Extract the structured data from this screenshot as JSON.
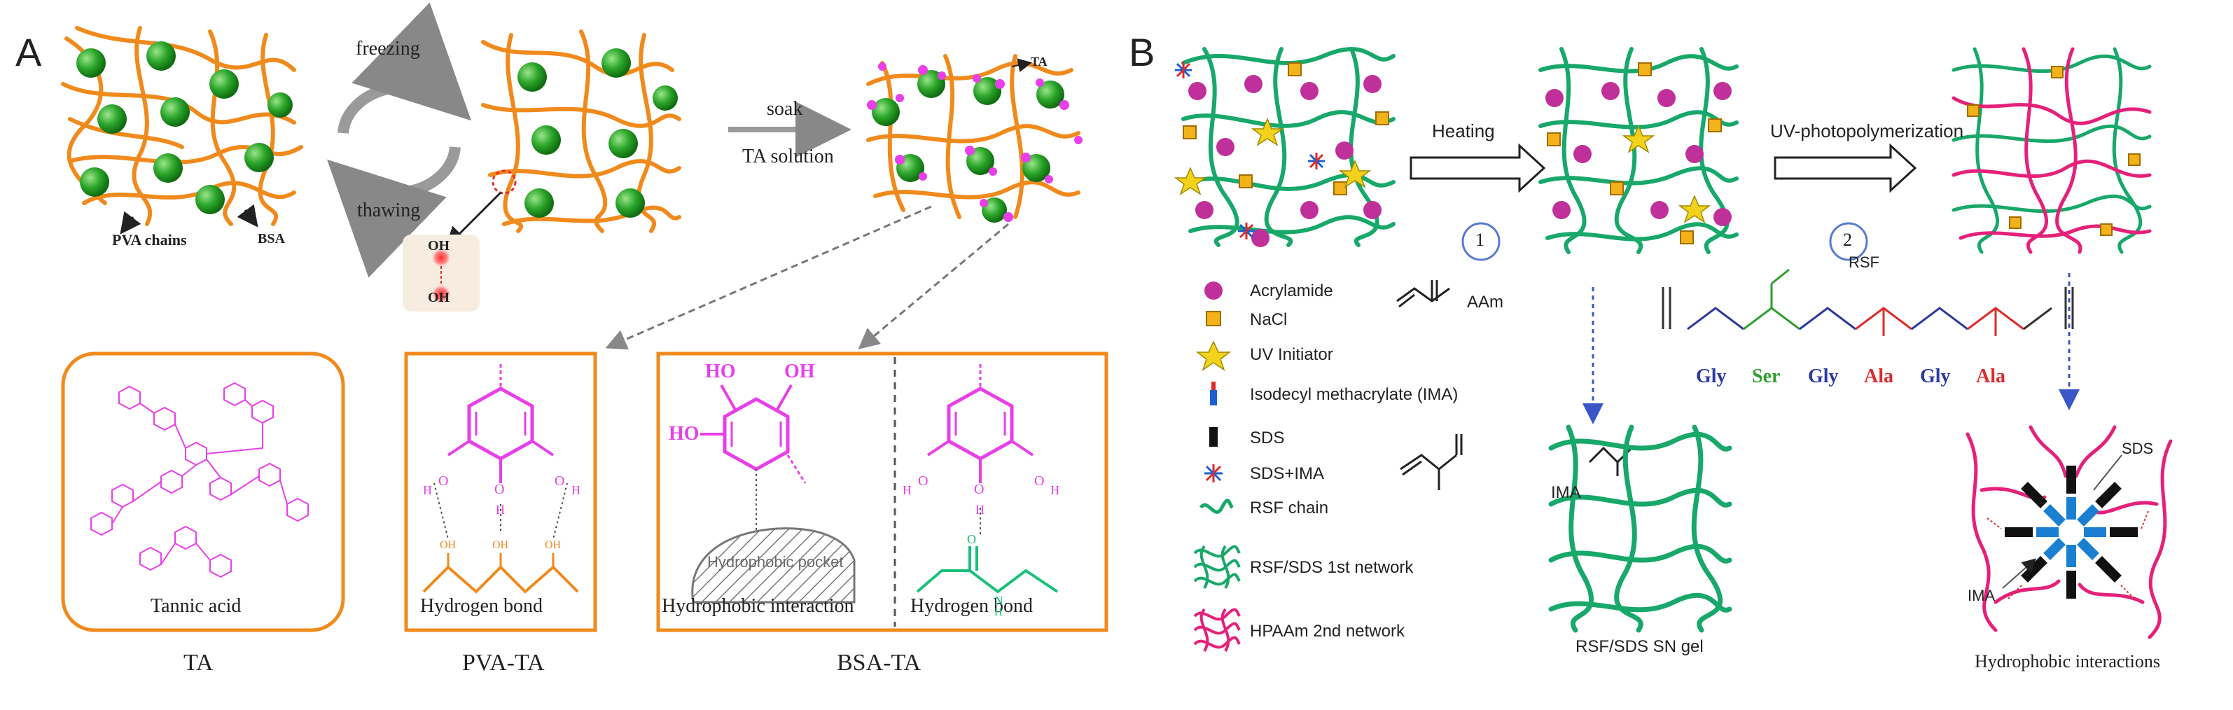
{
  "colors": {
    "pva_orange": "#f08a1c",
    "bsa_green": "#2aa52a",
    "ta_magenta": "#e83fe8",
    "rsf_green": "#17a86a",
    "hpaam_pink": "#e5207a",
    "acrylamide": "#c0309a",
    "nacl": "#f2b21a",
    "initiator": "#f2d21a",
    "ima_blue": "#1b5fd1",
    "gly_blue": "#2a3aa0",
    "ser_green": "#2f9e2f",
    "ala_red": "#e02a2a",
    "box_orange": "#f0883a"
  },
  "panelA": {
    "letter": "A",
    "pva_chains_label": "PVA chains",
    "bsa_label": "BSA",
    "freezing_label": "freezing",
    "thawing_label": "thawing",
    "oh_top": "OH",
    "oh_bottom": "OH",
    "soak_label": "soak",
    "ta_solution_label": "TA solution",
    "ta_arrow_label": "TA",
    "tannic_acid_label": "Tannic acid",
    "ta_caption": "TA",
    "pva_hbond_label": "Hydrogen bond",
    "pva_ta_caption": "PVA-TA",
    "hydrophobic_interaction_label": "Hydrophobic interaction",
    "hydrophobic_pocket_label": "Hydrophobic pocket",
    "bsa_hbond_label": "Hydrogen bond",
    "bsa_ta_caption": "BSA-TA",
    "atom_o": "O",
    "atom_h": "H",
    "atom_oh": "OH",
    "atom_ho": "HO",
    "atom_n": "N"
  },
  "panelB": {
    "letter": "B",
    "heating_label": "Heating",
    "step1": "1",
    "uv_label": "UV-photopolymerization",
    "step2": "2",
    "rsf_label": "RSF",
    "legend": [
      {
        "icon": "acrylamide-dot-icon",
        "label": "Acrylamide"
      },
      {
        "icon": "nacl-cube-icon",
        "label": "NaCl"
      },
      {
        "icon": "uv-initiator-star-icon",
        "label": "UV Initiator"
      },
      {
        "icon": "ima-icon",
        "label": "Isodecyl methacrylate (IMA)"
      },
      {
        "icon": "sds-bar-icon",
        "label": "SDS"
      },
      {
        "icon": "sds-ima-micelle-icon",
        "label": "SDS+IMA"
      },
      {
        "icon": "rsf-chain-icon",
        "label": "RSF chain"
      },
      {
        "icon": "rsf-sds-network-icon",
        "label": "RSF/SDS 1st network"
      },
      {
        "icon": "hpaam-network-icon",
        "label": "HPAAm 2nd network"
      }
    ],
    "aam_label": "AAm",
    "ima_label": "IMA",
    "residues": [
      {
        "name": "Gly",
        "color": "#2a3aa0"
      },
      {
        "name": "Ser",
        "color": "#2f9e2f"
      },
      {
        "name": "Gly",
        "color": "#2a3aa0"
      },
      {
        "name": "Ala",
        "color": "#e02a2a"
      },
      {
        "name": "Gly",
        "color": "#2a3aa0"
      },
      {
        "name": "Ala",
        "color": "#e02a2a"
      }
    ],
    "sn_gel_label": "RSF/SDS SN gel",
    "hydrophobic_interactions_label": "Hydrophobic interactions",
    "sds_label": "SDS",
    "ima_pointer_label": "IMA"
  }
}
